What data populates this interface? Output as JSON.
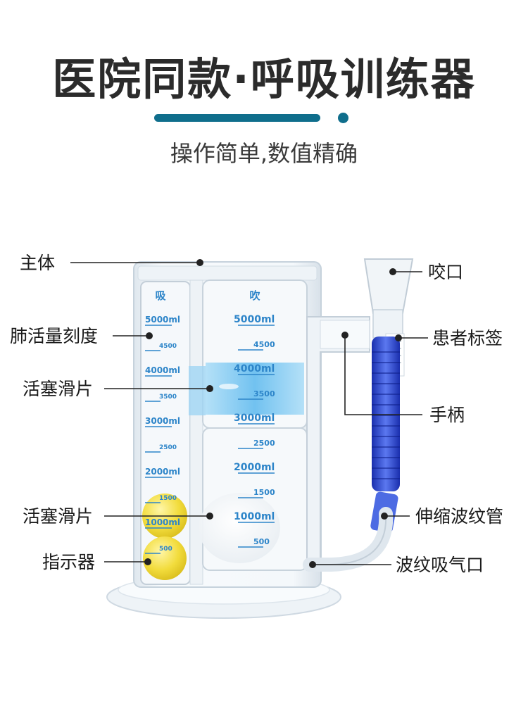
{
  "header": {
    "title": "医院同款·呼吸训练器",
    "subtitle": "操作简单,数值精确"
  },
  "colors": {
    "accent": "#0f6e8c",
    "scale_blue": "#2d85c9",
    "piston_blue": "#5ab8ee",
    "indicator_yellow": "#f2dc3c",
    "bellows_blue": "#2a3fc8"
  },
  "callouts": {
    "main_body": "主体",
    "capacity_scale": "肺活量刻度",
    "piston_slider_1": "活塞滑片",
    "piston_slider_2": "活塞滑片",
    "indicator": "指示器",
    "mouthpiece": "咬口",
    "patient_label": "患者标签",
    "handle": "手柄",
    "bellows_tube": "伸缩波纹管",
    "inlet": "波纹吸气口"
  },
  "device": {
    "left_column": {
      "header": "吸",
      "marks": [
        "5000ml",
        "4500",
        "4000ml",
        "3500",
        "3000ml",
        "2500",
        "2000ml",
        "1500",
        "1000ml",
        "500"
      ]
    },
    "right_column": {
      "header": "吹",
      "marks": [
        "5000ml",
        "4500",
        "4000ml",
        "3500",
        "3000ml",
        "2500",
        "2000ml",
        "1500",
        "1000ml",
        "500"
      ]
    }
  }
}
